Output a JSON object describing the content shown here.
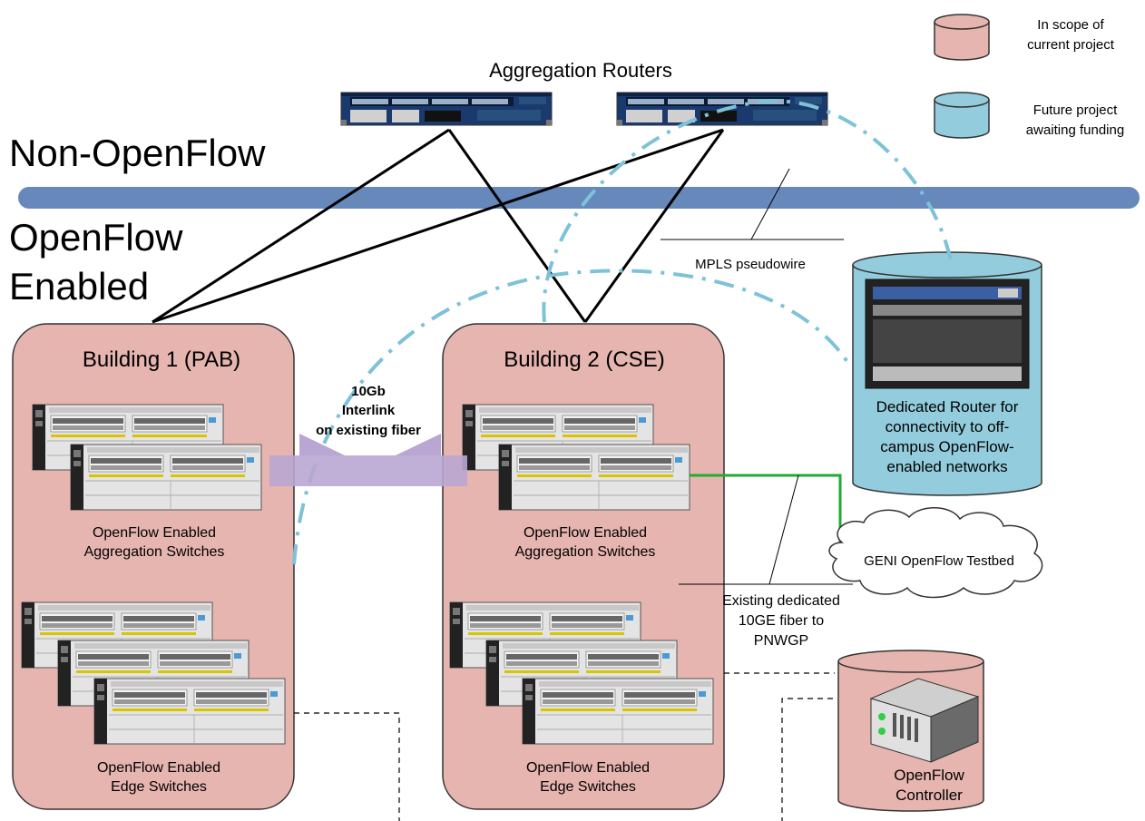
{
  "legend": {
    "in_scope_line1": "In scope of",
    "in_scope_line2": "current project",
    "future_line1": "Future project",
    "future_line2": "awaiting funding"
  },
  "aggregation_routers_label": "Aggregation Routers",
  "non_openflow_label": "Non-OpenFlow",
  "openflow_enabled_line1": "OpenFlow",
  "openflow_enabled_line2": "Enabled",
  "mpls_label": "MPLS pseudowire",
  "building1": {
    "title": "Building 1 (PAB)",
    "agg_line1": "OpenFlow Enabled",
    "agg_line2": "Aggregation Switches",
    "edge_line1": "OpenFlow Enabled",
    "edge_line2": "Edge Switches"
  },
  "building2": {
    "title": "Building 2 (CSE)",
    "agg_line1": "OpenFlow Enabled",
    "agg_line2": "Aggregation Switches",
    "edge_line1": "OpenFlow Enabled",
    "edge_line2": "Edge Switches"
  },
  "interlink": {
    "line1": "10Gb",
    "line2": "Interlink",
    "line3": "on existing fiber"
  },
  "dedicated_router": {
    "line1": "Dedicated Router for",
    "line2": "connectivity to off-",
    "line3": "campus OpenFlow-",
    "line4": "enabled networks"
  },
  "geni_testbed": "GENI OpenFlow Testbed",
  "fiber_note": {
    "line1": "Existing dedicated",
    "line2": "10GE fiber to",
    "line3": "PNWGP"
  },
  "controller": {
    "line1": "OpenFlow",
    "line2": "Controller"
  },
  "colors": {
    "in_scope": "#e6b5b0",
    "future": "#93cddd",
    "band": "#6688bb",
    "interlink": "#b9a6d2",
    "fiber_green": "#22aa33"
  }
}
